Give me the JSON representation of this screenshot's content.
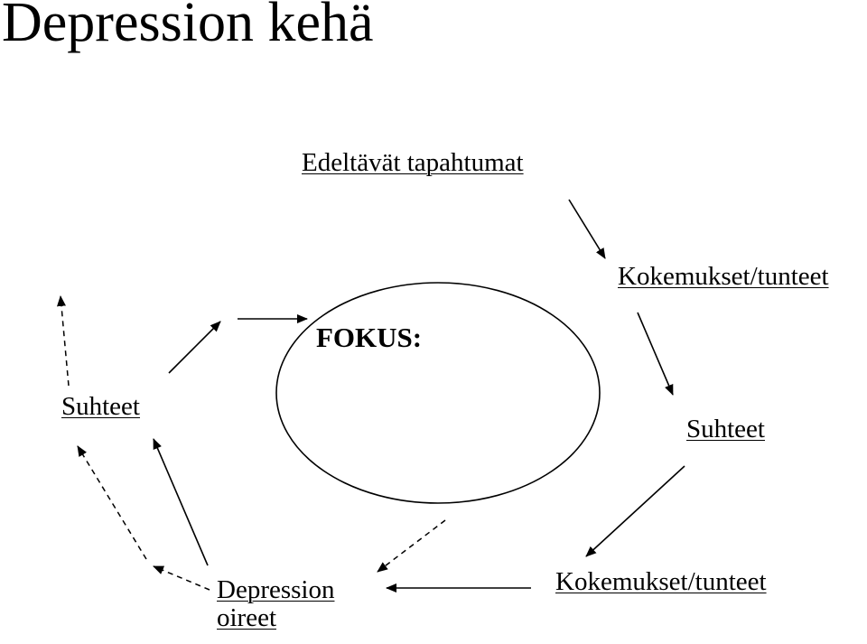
{
  "title": "Depression kehä",
  "labels": {
    "preceding_events": "Edeltävät tapahtumat",
    "experiences_top": "Kokemukset/tunteet",
    "focus": "FOKUS:",
    "relationships_left": "Suhteet",
    "relationships_right": "Suhteet",
    "experiences_bottom": "Kokemukset/tunteet",
    "symptoms_line1": "Depression",
    "symptoms_line2": "oireet"
  }
}
